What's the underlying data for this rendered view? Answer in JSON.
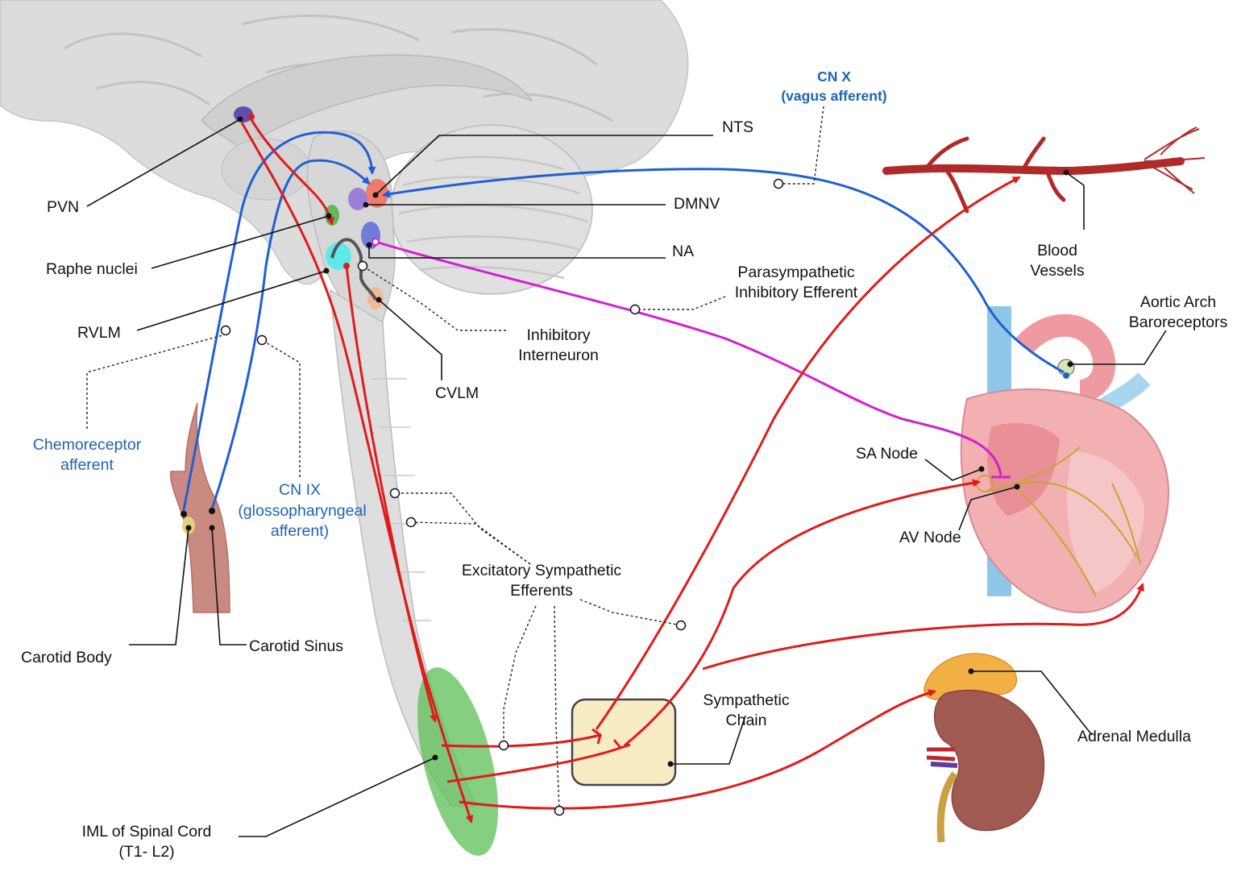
{
  "labels": {
    "pvn": "PVN",
    "raphe": "Raphe nuclei",
    "rvlm": "RVLM",
    "chemo_1": "Chemoreceptor",
    "chemo_2": "afferent",
    "cn9_1": "CN IX",
    "cn9_2": "(glossopharyngeal",
    "cn9_3": "afferent)",
    "carotid_body": "Carotid Body",
    "carotid_sinus": "Carotid Sinus",
    "iml_1": "IML of Spinal Cord",
    "iml_2": "(T1- L2)",
    "nts": "NTS",
    "dmnv": "DMNV",
    "na": "NA",
    "cvlm": "CVLM",
    "inhib_1": "Inhibitory",
    "inhib_2": "Interneuron",
    "para_1": "Parasympathetic",
    "para_2": "Inhibitory Efferent",
    "cnx_1": "CN X",
    "cnx_2": "(vagus afferent)",
    "blood_1": "Blood",
    "blood_2": "Vessels",
    "aortic_1": "Aortic Arch",
    "aortic_2": "Baroreceptors",
    "sa_node": "SA Node",
    "av_node": "AV Node",
    "excit_1": "Excitatory Sympathetic",
    "excit_2": "Efferents",
    "symp_1": "Sympathetic",
    "symp_2": "Chain",
    "adrenal": "Adrenal Medulla"
  },
  "colors": {
    "sympathetic": "#e01b1b",
    "afferent": "#1f5fd6",
    "parasympathetic": "#d41ed4",
    "label_blue": "#1f63b5"
  }
}
